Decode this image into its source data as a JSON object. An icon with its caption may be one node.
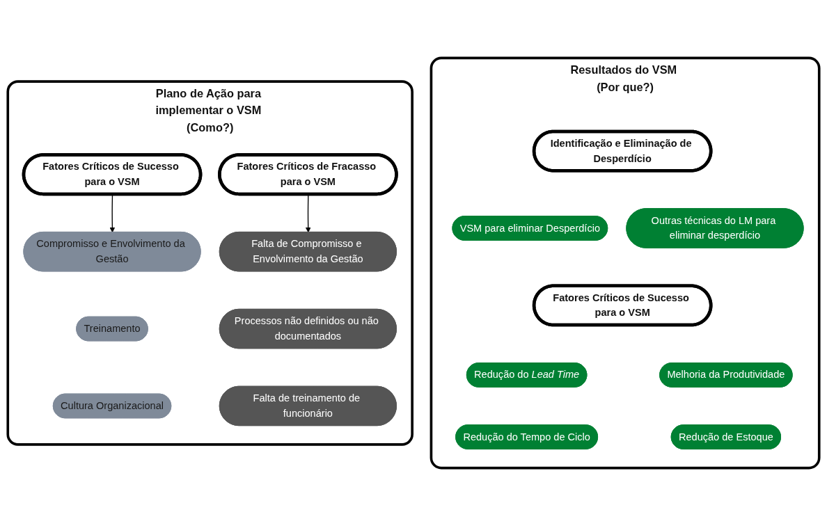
{
  "diagram": {
    "nodes": [
      {
        "text": [
          "Plano de Ação para implementar o VSM (Como?)"
        ]
      },
      {
        "text": [
          "Fatores Críticos de Sucesso para o VSM"
        ],
        "in": 0
      },
      {
        "text": [
          "Fatores Críticos de Fracasso para o VSM"
        ],
        "in": 0
      },
      {
        "text": [
          "Compromisso e Envolvimento da Gestão"
        ],
        "in": 0
      },
      {
        "text": [
          "Falta de Compromisso e Envolvimento da Gestão"
        ],
        "in": 0
      },
      {
        "text": [
          "Treinamento"
        ],
        "in": 0
      },
      {
        "text": [
          "Processos não definidos ou não documentados"
        ],
        "in": 0
      },
      {
        "text": [
          "Cultura Organizacional"
        ],
        "in": 0
      },
      {
        "text": [
          "Falta de treinamento de funcionário"
        ],
        "in": 0
      },
      {
        "text": [
          "Resultados do VSM (Por que?)"
        ]
      },
      {
        "text": [
          "Identificação e Eliminação de Desperdício"
        ],
        "in": 9
      },
      {
        "text": [
          "VSM para eliminar Desperdício"
        ],
        "in": 9
      },
      {
        "text": [
          "Outras técnicas do LM para eliminar desperdício"
        ],
        "in": 9
      },
      {
        "text": [
          "Fatores Críticos de Sucesso para o VSM"
        ],
        "in": 9
      },
      {
        "text": [
          "Redução do *Lead Time*"
        ],
        "in": 9
      },
      {
        "text": [
          "Melhoria da Produtividade"
        ],
        "in": 9
      },
      {
        "text": [
          "Redução do Tempo de Ciclo"
        ],
        "in": 9
      },
      {
        "text": [
          "Redução de Estoque"
        ],
        "in": 9
      }
    ],
    "edges": [
      {
        "from": 1,
        "to": 3,
        "arrow": "to"
      },
      {
        "from": 2,
        "to": 4,
        "arrow": "to"
      }
    ]
  }
}
